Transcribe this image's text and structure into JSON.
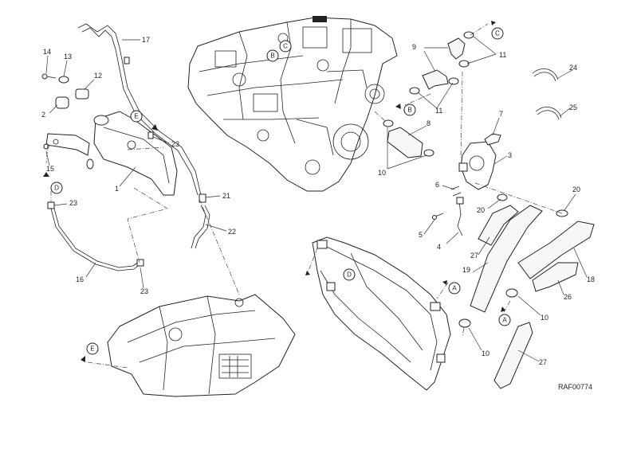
{
  "figure": {
    "reference_code": "RAF00774",
    "callouts": [
      "1",
      "2",
      "3",
      "4",
      "5",
      "6",
      "7",
      "8",
      "9",
      "10",
      "11",
      "12",
      "13",
      "14",
      "15",
      "16",
      "17",
      "18",
      "19",
      "20",
      "21",
      "22",
      "23",
      "24",
      "25",
      "26",
      "27"
    ],
    "connection_markers": [
      "A",
      "B",
      "C",
      "D",
      "E"
    ]
  }
}
